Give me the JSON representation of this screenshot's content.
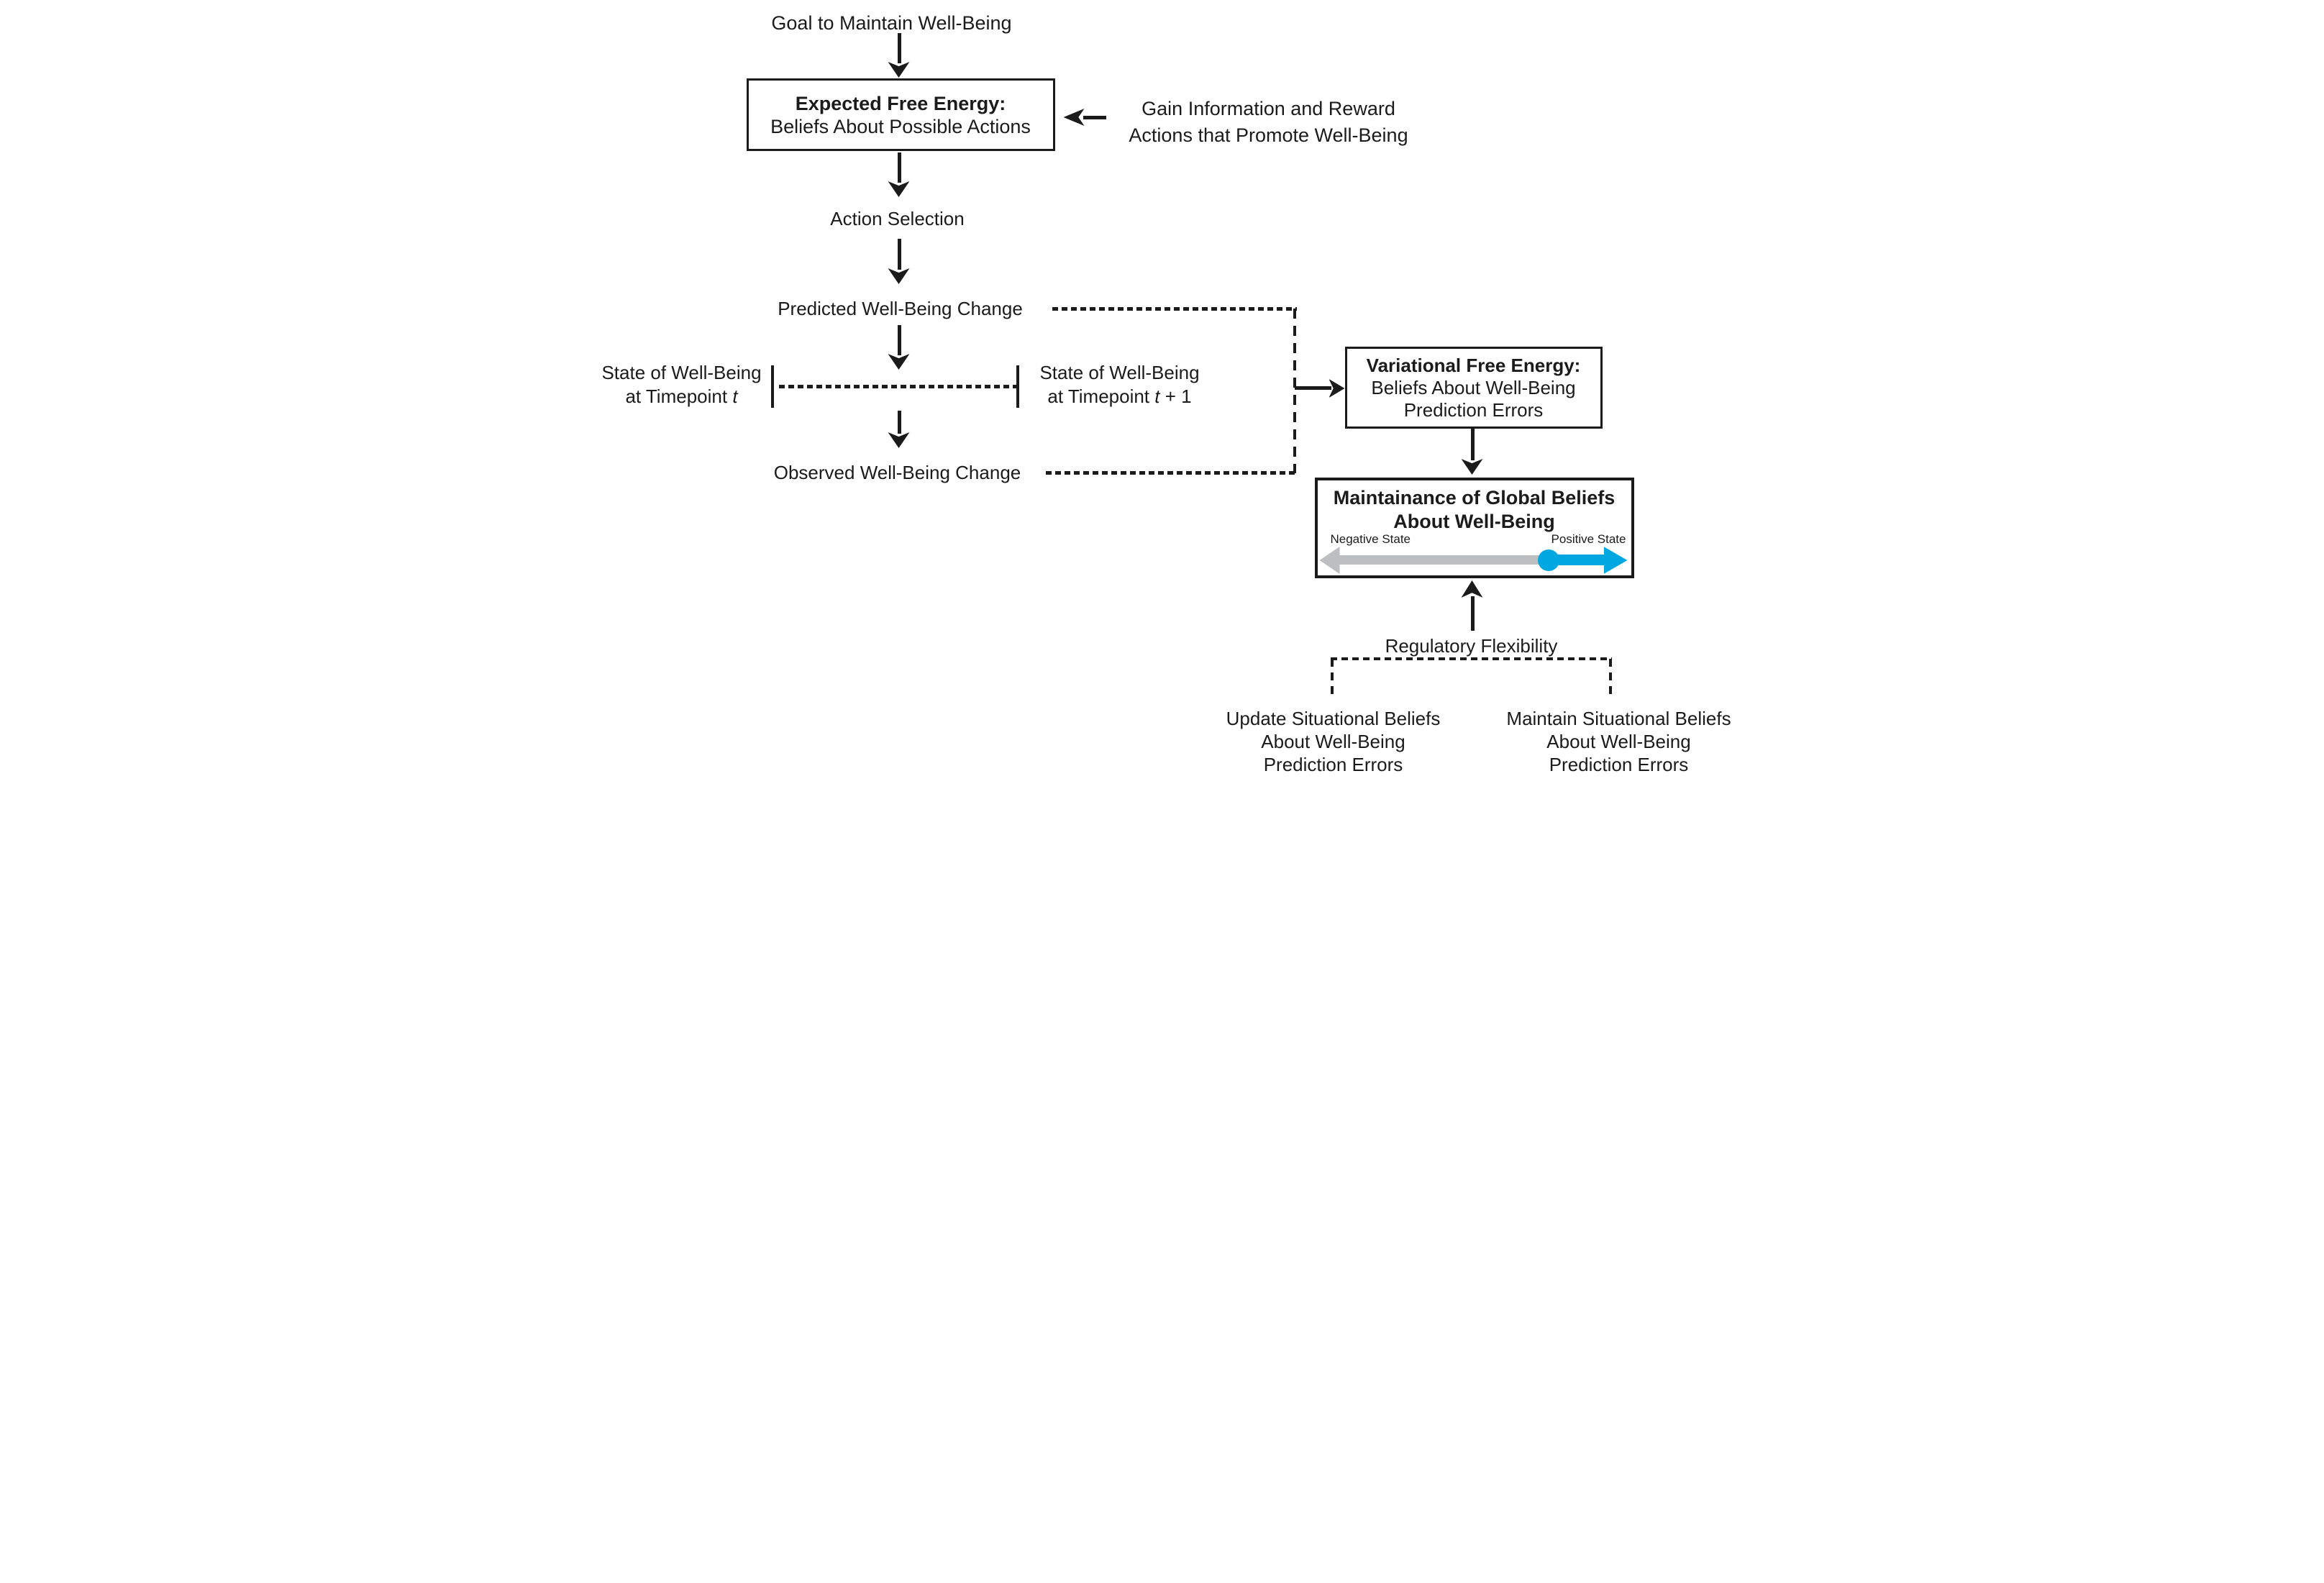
{
  "colors": {
    "ink": "#1b1b1b",
    "gray_arrow": "#bcbec0",
    "blue_arrow": "#00a7e1",
    "background": "#ffffff"
  },
  "nodes": {
    "goal": "Goal to Maintain Well-Being",
    "efe": {
      "title": "Expected Free Energy:",
      "subtitle": "Beliefs About Possible Actions"
    },
    "gain": {
      "line1": "Gain Information and Reward",
      "line2": "Actions that Promote Well-Being"
    },
    "action_selection": "Action Selection",
    "predicted": "Predicted Well-Being Change",
    "state_t": {
      "line1": "State of Well-Being",
      "line2_prefix": "at Timepoint ",
      "var": "t",
      "suffix": ""
    },
    "state_t1": {
      "line1": "State of Well-Being",
      "line2_prefix": "at Timepoint ",
      "var": "t",
      "suffix": " + 1"
    },
    "observed": "Observed Well-Being Change",
    "vfe": {
      "title": "Variational Free Energy:",
      "line2": "Beliefs About Well-Being",
      "line3": "Prediction Errors"
    },
    "maintainance": {
      "title1": "Maintainance of Global Beliefs",
      "title2": "About Well-Being",
      "negative": "Negative State",
      "positive": "Positive State"
    },
    "regulatory": "Regulatory Flexibility",
    "update_beliefs": {
      "line1": "Update Situational Beliefs",
      "line2": "About Well-Being",
      "line3": "Prediction Errors"
    },
    "maintain_beliefs": {
      "line1": "Maintain Situational Beliefs",
      "line2": "About Well-Being",
      "line3": "Prediction Errors"
    }
  }
}
